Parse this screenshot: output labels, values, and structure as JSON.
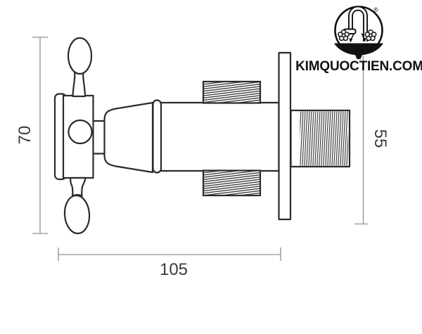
{
  "drawing": {
    "dim_left": {
      "value": "70"
    },
    "dim_right": {
      "value": "55"
    },
    "dim_bottom": {
      "value": "105"
    }
  },
  "logo": {
    "brand": "KIMQUOCTIEN.COM",
    "registered": "®",
    "icon": "faucet-in-circle-icon"
  },
  "colors": {
    "outline": "#2b2b2b",
    "dimension_line": "#a2a2a2",
    "dimension_text": "#3b3b3b",
    "logo_ink": "#111111",
    "background": "#ffffff"
  }
}
